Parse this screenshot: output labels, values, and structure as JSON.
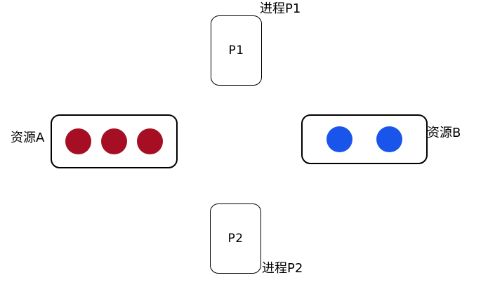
{
  "diagram": {
    "title_implicit": "",
    "processes": [
      {
        "id": "p1",
        "label": "P1",
        "annotation": "进程P1"
      },
      {
        "id": "p2",
        "label": "P2",
        "annotation": "进程P2"
      }
    ],
    "resources": [
      {
        "id": "a",
        "label": "资源A",
        "instance_count": 3,
        "instance_color": "#A50E23",
        "label_side": "left"
      },
      {
        "id": "b",
        "label": "资源B",
        "instance_count": 2,
        "instance_color": "#1A55EB",
        "label_side": "right"
      }
    ],
    "colors": {
      "background": "#FFFFFF",
      "stroke": "#000000",
      "resource_a_dot": "#A50E23",
      "resource_b_dot": "#1A55EB"
    }
  }
}
